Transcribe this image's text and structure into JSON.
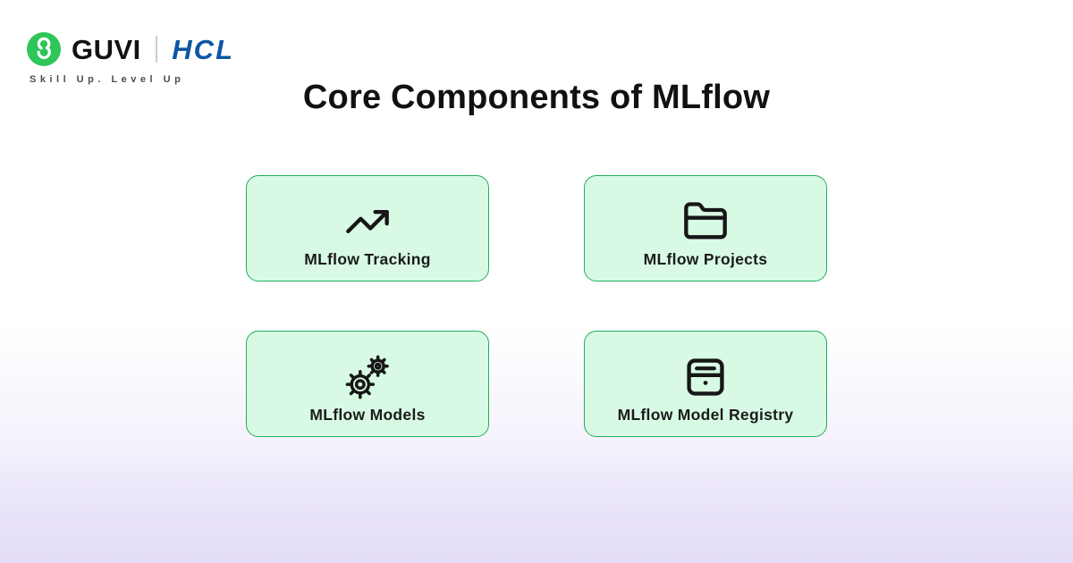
{
  "brand": {
    "guvi_text": "GUVI",
    "hcl_text": "HCL",
    "tagline": "Skill Up. Level Up"
  },
  "page": {
    "title": "Core Components of MLflow"
  },
  "cards": [
    {
      "label": "MLflow Tracking",
      "icon": "trending-up-icon"
    },
    {
      "label": "MLflow Projects",
      "icon": "folder-icon"
    },
    {
      "label": "MLflow Models",
      "icon": "gears-icon"
    },
    {
      "label": "MLflow Model Registry",
      "icon": "model-registry-icon"
    }
  ],
  "colors": {
    "card_bg": "#d8fae4",
    "card_border": "#25ac5e",
    "guvi_green": "#2ec658",
    "hcl_blue": "#0e56a3",
    "bg_bottom": "#e3dcf8"
  }
}
